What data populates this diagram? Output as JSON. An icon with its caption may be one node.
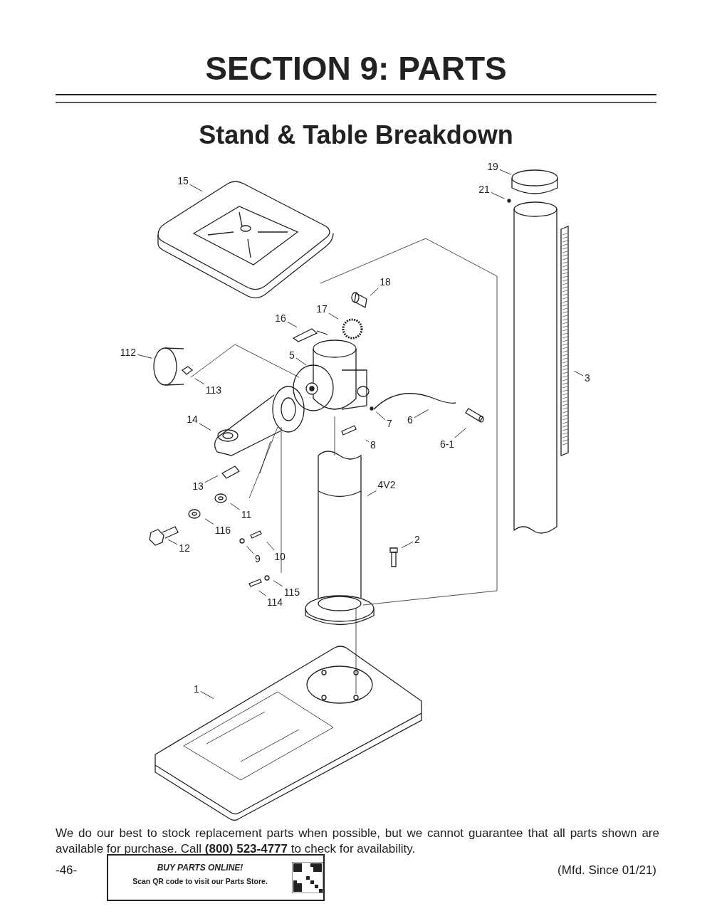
{
  "diagram": {
    "title": "SECTION 9: PARTS",
    "nodes": [
      {
        "text": [
          "19"
        ]
      },
      {
        "text": [
          "21"
        ]
      },
      {
        "text": [
          "15"
        ]
      },
      {
        "text": [
          "18"
        ]
      },
      {
        "text": [
          "17"
        ]
      },
      {
        "text": [
          "16"
        ]
      },
      {
        "text": [
          "112"
        ]
      },
      {
        "text": [
          "5"
        ]
      },
      {
        "text": [
          "113"
        ]
      },
      {
        "text": [
          "3"
        ]
      },
      {
        "text": [
          "14"
        ]
      },
      {
        "text": [
          "7"
        ]
      },
      {
        "text": [
          "6"
        ]
      },
      {
        "text": [
          "6-1"
        ]
      },
      {
        "text": [
          "8"
        ]
      },
      {
        "text": [
          "4V2"
        ]
      },
      {
        "text": [
          "13"
        ]
      },
      {
        "text": [
          "11"
        ]
      },
      {
        "text": [
          "116"
        ]
      },
      {
        "text": [
          "12"
        ]
      },
      {
        "text": [
          "2"
        ]
      },
      {
        "text": [
          "10"
        ]
      },
      {
        "text": [
          "9"
        ]
      },
      {
        "text": [
          "115"
        ]
      },
      {
        "text": [
          "114"
        ]
      },
      {
        "text": [
          "1"
        ]
      },
      {
        "text": [
          "BUY PARTS ONLINE!",
          "Scan QR code to visit our Parts Store."
        ]
      }
    ],
    "edges": [
      {
        "from": 0,
        "to": null,
        "arrow": "none"
      },
      {
        "from": 1,
        "to": null,
        "arrow": "none"
      },
      {
        "from": 2,
        "to": null,
        "arrow": "none"
      },
      {
        "from": 3,
        "to": null,
        "arrow": "none"
      },
      {
        "from": 4,
        "to": null,
        "arrow": "none"
      },
      {
        "from": 5,
        "to": null,
        "arrow": "none"
      },
      {
        "from": 6,
        "to": null,
        "arrow": "none"
      },
      {
        "from": 7,
        "to": null,
        "arrow": "none"
      },
      {
        "from": 8,
        "to": null,
        "arrow": "none"
      },
      {
        "from": 9,
        "to": null,
        "arrow": "none"
      },
      {
        "from": 10,
        "to": null,
        "arrow": "none"
      },
      {
        "from": 11,
        "to": null,
        "arrow": "none"
      },
      {
        "from": 12,
        "to": null,
        "arrow": "none"
      },
      {
        "from": 13,
        "to": null,
        "arrow": "none"
      },
      {
        "from": 14,
        "to": null,
        "arrow": "none"
      },
      {
        "from": 15,
        "to": null,
        "arrow": "none"
      },
      {
        "from": 16,
        "to": null,
        "arrow": "none"
      },
      {
        "from": 17,
        "to": null,
        "arrow": "none"
      },
      {
        "from": 18,
        "to": null,
        "arrow": "none"
      },
      {
        "from": 19,
        "to": null,
        "arrow": "none"
      },
      {
        "from": 20,
        "to": null,
        "arrow": "none"
      },
      {
        "from": 21,
        "to": null,
        "arrow": "none"
      },
      {
        "from": 22,
        "to": null,
        "arrow": "none"
      },
      {
        "from": 23,
        "to": null,
        "arrow": "none"
      },
      {
        "from": 24,
        "to": null,
        "arrow": "none"
      },
      {
        "from": 25,
        "to": null,
        "arrow": "none"
      }
    ],
    "labels": [
      "Stand & Table Breakdown",
      "We do our best to stock replacement parts when possible, but we cannot guarantee that all parts shown are available for purchase. Call **(800) 523-4777** to check for availability.",
      "-46-",
      "(Mfd. Since 01/21)"
    ]
  }
}
